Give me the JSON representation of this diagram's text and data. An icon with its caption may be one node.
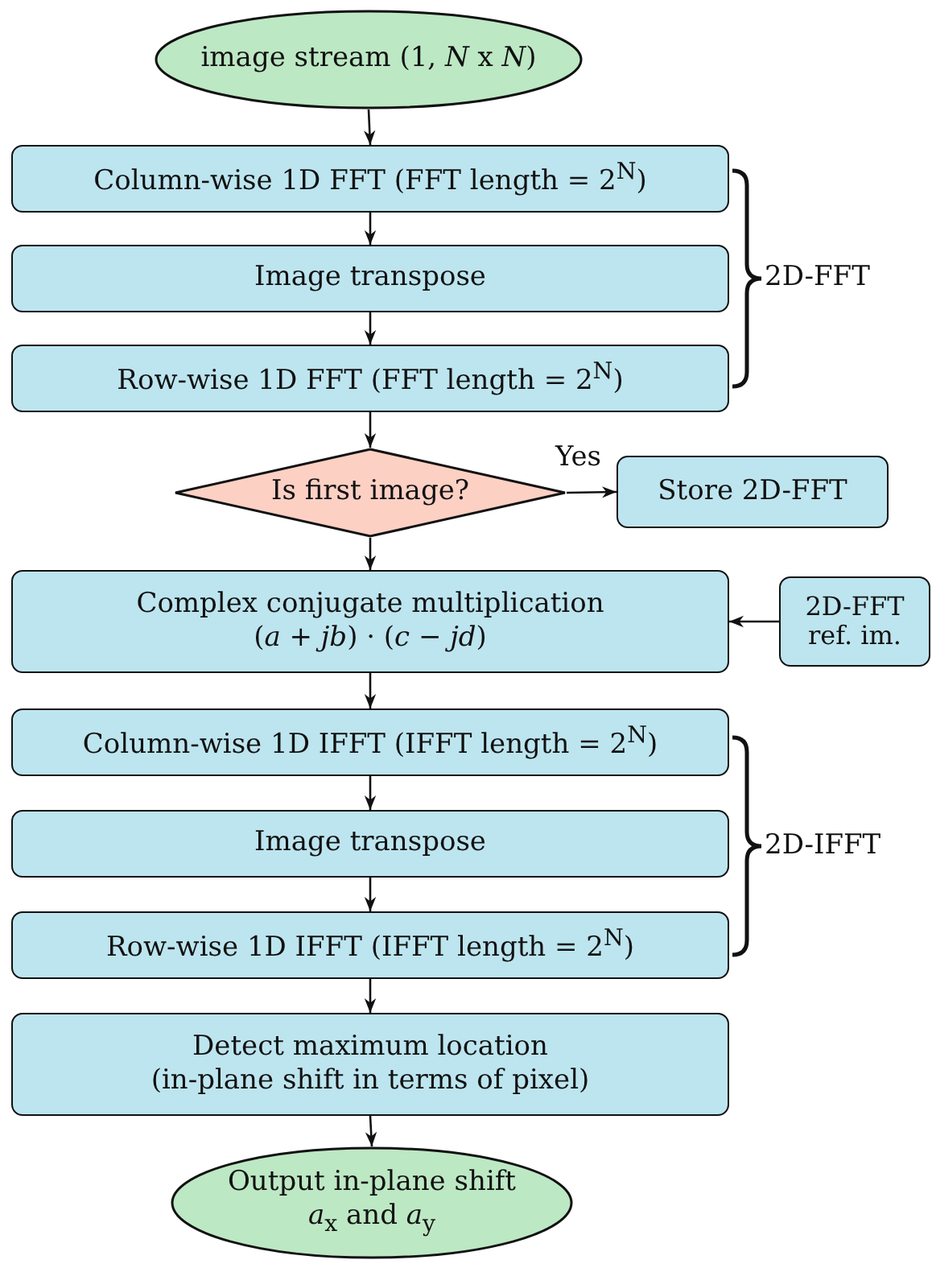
{
  "diagram": {
    "nodes": [
      {
        "text": [
          "image stream (1, *N* x *N*)"
        ]
      },
      {
        "text": [
          "Column-wise 1D FFT (FFT length = 2$^{N}$)"
        ]
      },
      {
        "text": [
          "Image transpose"
        ]
      },
      {
        "text": [
          "Row-wise 1D FFT (FFT length = 2$^{N}$)"
        ]
      },
      {
        "text": [
          "Is first image?"
        ]
      },
      {
        "text": [
          "Store 2D-FFT"
        ]
      },
      {
        "text": [
          "Complex conjugate multiplication",
          "(*a* + *jb*) · (*c* − *jd*)"
        ]
      },
      {
        "text": [
          "2D-FFT ref. im."
        ]
      },
      {
        "text": [
          "Column-wise 1D IFFT (IFFT length = 2$^{N}$)"
        ]
      },
      {
        "text": [
          "Image transpose"
        ]
      },
      {
        "text": [
          "Row-wise 1D IFFT (IFFT length = 2$^{N}$)"
        ]
      },
      {
        "text": [
          "Detect maximum location",
          "(in-plane shift in terms of pixel)"
        ]
      },
      {
        "text": [
          "Output in-plane shift",
          "*a*$_{x}$ and *a*$_{y}$"
        ]
      }
    ],
    "edges": [
      {
        "from": 0,
        "to": 1,
        "arrow": "to"
      },
      {
        "from": 1,
        "to": 2,
        "arrow": "to"
      },
      {
        "from": 2,
        "to": 3,
        "arrow": "to"
      },
      {
        "from": 3,
        "to": 4,
        "arrow": "to"
      },
      {
        "from": 4,
        "to": 5,
        "arrow": "to",
        "label": "Yes"
      },
      {
        "from": 4,
        "to": 6,
        "arrow": "to"
      },
      {
        "from": 7,
        "to": 6,
        "arrow": "to"
      },
      {
        "from": 6,
        "to": 8,
        "arrow": "to"
      },
      {
        "from": 8,
        "to": 9,
        "arrow": "to"
      },
      {
        "from": 9,
        "to": 10,
        "arrow": "to"
      },
      {
        "from": 10,
        "to": 11,
        "arrow": "to"
      },
      {
        "from": 11,
        "to": 12,
        "arrow": "to"
      }
    ],
    "labels": [
      "2D-FFT",
      "2D-IFFT"
    ]
  }
}
